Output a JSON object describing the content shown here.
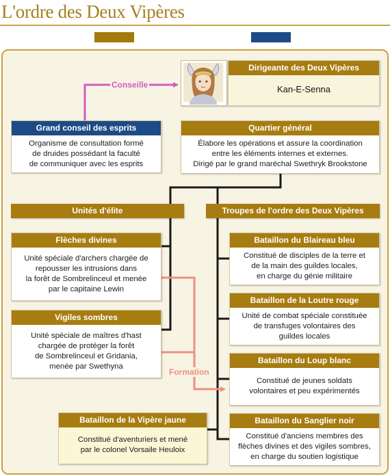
{
  "title": "L'ordre des Deux Vipères",
  "leader": {
    "title": "Dirigeante des Deux Vipères",
    "name": "Kan-E-Senna"
  },
  "council": {
    "title": "Grand conseil des esprits",
    "lines": [
      "Organisme de consultation formé",
      "de druides possédant la faculté",
      "de communiquer avec les esprits"
    ]
  },
  "hq": {
    "title": "Quartier général",
    "lines": [
      "Élabore les opérations et assure la coordination",
      "entre les éléments internes et externes.",
      "Dirigé par le grand maréchal Swethryk Brookstone"
    ]
  },
  "elite": {
    "title": "Unités d'élite"
  },
  "troops": {
    "title": "Troupes de l'ordre des Deux Vipères"
  },
  "arrows": {
    "title": "Flèches divines",
    "lines": [
      "Unité spéciale d'archers chargée de",
      "repousser les intrusions dans",
      "la forêt de Sombrelinceul et menée",
      "par le capitaine Lewin"
    ]
  },
  "wardens": {
    "title": "Vigiles sombres",
    "lines": [
      "Unité spéciale de maîtres d'hast",
      "chargée de protéger la forêt",
      "de Sombrelinceul et Gridania,",
      "menée par Swethyna"
    ]
  },
  "yellow": {
    "title": "Bataillon de la Vipère jaune",
    "lines": [
      "Constitué d'aventuriers et mené",
      "par le colonel Vorsaile Heuloix"
    ]
  },
  "badger": {
    "title": "Bataillon du Blaireau bleu",
    "lines": [
      "Constitué de disciples de la terre et",
      "de la main des guildes locales,",
      "en charge du génie militaire"
    ]
  },
  "otter": {
    "title": "Bataillon de la Loutre rouge",
    "lines": [
      "Unité de combat spéciale constituée",
      "de transfuges volontaires des",
      "guildes locales"
    ]
  },
  "wolf": {
    "title": "Bataillon du Loup blanc",
    "lines": [
      "Constitué de jeunes soldats",
      "volontaires et peu expérimentés"
    ]
  },
  "boar": {
    "title": "Bataillon du Sanglier noir",
    "lines": [
      "Constitué d'anciens membres des",
      "flèches divines et des vigiles sombres,",
      "en charge du soutien logistique"
    ]
  },
  "labels": {
    "advise": "Conseille",
    "training": "Formation"
  },
  "colors": {
    "gold": "#a77c10",
    "blue": "#1d4b86",
    "advise": "#d35cc0",
    "training": "#ee8f82",
    "connector": "#1a1a1a"
  }
}
